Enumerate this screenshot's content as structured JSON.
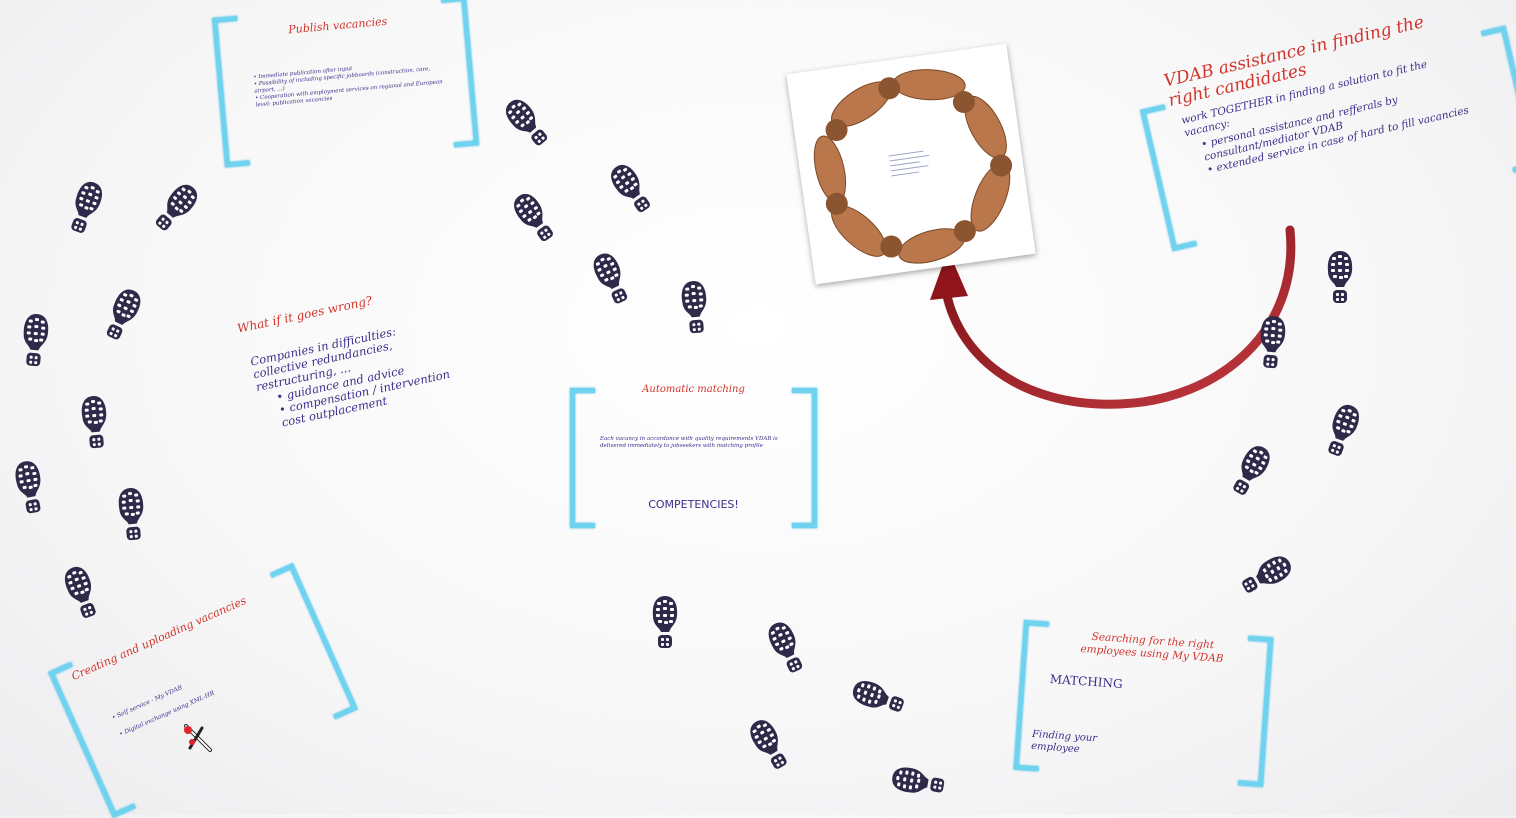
{
  "frames": {
    "publish": {
      "title": "Publish vacancies",
      "items": [
        "Immediate publication after input",
        "Possibility of including specific jobboards (construction, care, airport, ...)",
        "Cooperation with employment services on regional and European level: publication vacancies"
      ]
    },
    "wrong": {
      "title": "What if it goes wrong?",
      "lead": "Companies in difficulties: collective redundancies, restructuring, ...",
      "items": [
        "guidance and advice",
        "compensation / intervention cost outplacement"
      ]
    },
    "matching": {
      "title": "Automatic matching",
      "body": "Each vacancy in accordance with quality requirements VDAB is delivered immediately to jobseekers with matching profile",
      "emphasis": "COMPETENCIES!"
    },
    "creating": {
      "title": "Creating and uploading vacancies",
      "items": [
        "Self service - My VDAB",
        "Digital exchange using XML-HR"
      ]
    },
    "searching": {
      "title": "Searching for the right employees using My VDAB",
      "subtitle": "MATCHING",
      "body": "Finding your employee"
    },
    "assistance": {
      "title": "VDAB assistance in finding the right candidates",
      "lead": "work TOGETHER in finding a solution to fit the vacancy:",
      "items": [
        "personal assistance and refferals by consultant/mediator VDAB",
        "extended service in case of hard to fill vacancies"
      ]
    }
  },
  "colors": {
    "bracket": "#6fd3f0",
    "title": "#d2332b",
    "text": "#3a2f8a",
    "arrow": "#9e1b22",
    "footprint": "#2f2a4a"
  },
  "icons": {
    "footprint": "shoe-print-icon",
    "arrow": "curved-arrow-icon",
    "cursor": "zoom-cursor-icon",
    "photo": "joined-hands-circle-image"
  }
}
